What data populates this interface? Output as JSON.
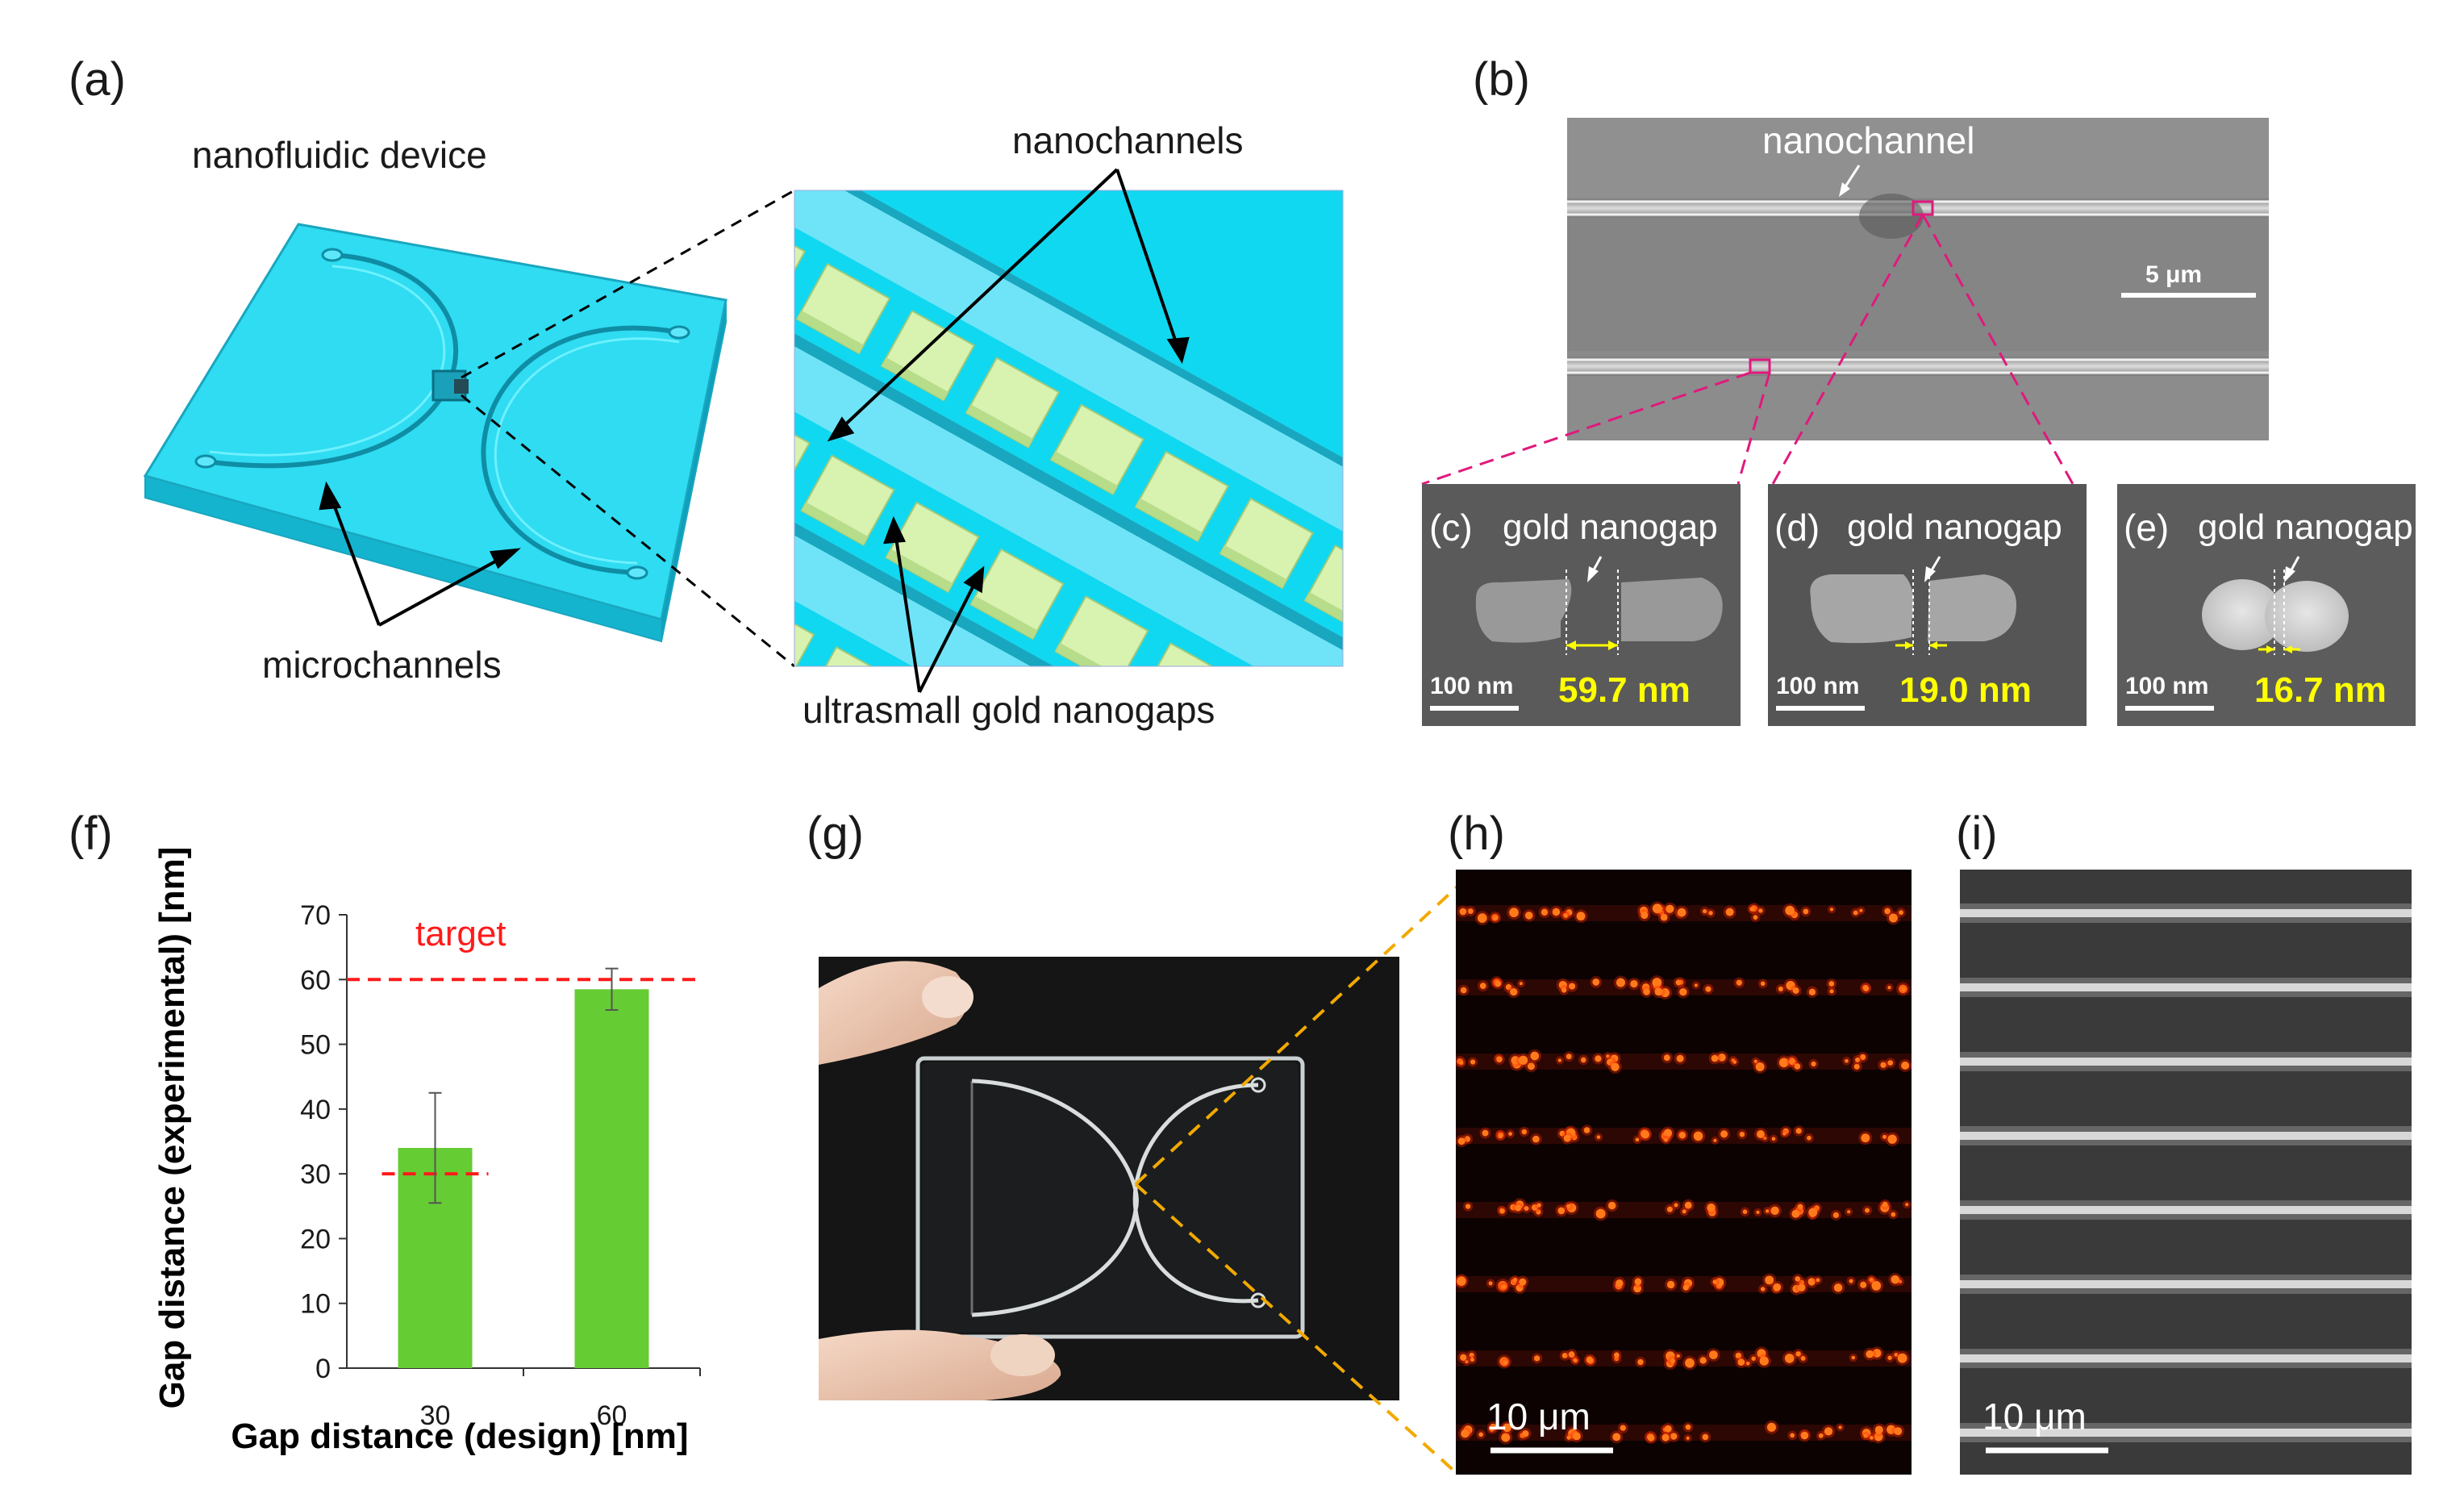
{
  "panels": {
    "a": {
      "label": "(a)",
      "device_label": "nanofluidic device",
      "microchannels_label": "microchannels",
      "nanochannels_label": "nanochannels",
      "nanogaps_label": "ultrasmall gold nanogaps"
    },
    "b": {
      "label": "(b)",
      "nanochannel_label": "nanochannel",
      "scale": "5 μm"
    },
    "c": {
      "label": "(c)",
      "title": "gold nanogap",
      "scale": "100 nm",
      "value": "59.7 nm"
    },
    "d": {
      "label": "(d)",
      "title": "gold nanogap",
      "scale": "100 nm",
      "value": "19.0 nm"
    },
    "e": {
      "label": "(e)",
      "title": "gold nanogap",
      "scale": "100 nm",
      "value": "16.7 nm"
    },
    "f": {
      "label": "(f)"
    },
    "g": {
      "label": "(g)"
    },
    "h": {
      "label": "(h)",
      "scale": "10 μm"
    },
    "i": {
      "label": "(i)",
      "scale": "10 μm"
    }
  },
  "chart_data": {
    "type": "bar",
    "categories": [
      "30",
      "60"
    ],
    "values": [
      34,
      58.5
    ],
    "errors": [
      8.5,
      3.2
    ],
    "targets": [
      30,
      60
    ],
    "target_label": "target",
    "xlabel": "Gap distance (design) [nm]",
    "ylabel": "Gap distance (experimental) [nm]",
    "ylim": [
      0,
      70
    ],
    "yticks": [
      "0",
      "10",
      "20",
      "30",
      "40",
      "50",
      "60",
      "70"
    ],
    "bar_color": "#66cc33",
    "target_color": "#ff1a1a",
    "grid": false
  },
  "colors": {
    "device": "#1fd4ee",
    "gold_pad": "#d8f2b0",
    "sem_bg": "#666666",
    "fluor_dot": "#ff3300",
    "callout_magenta": "#e0197d",
    "callout_orange": "#f2a900"
  }
}
